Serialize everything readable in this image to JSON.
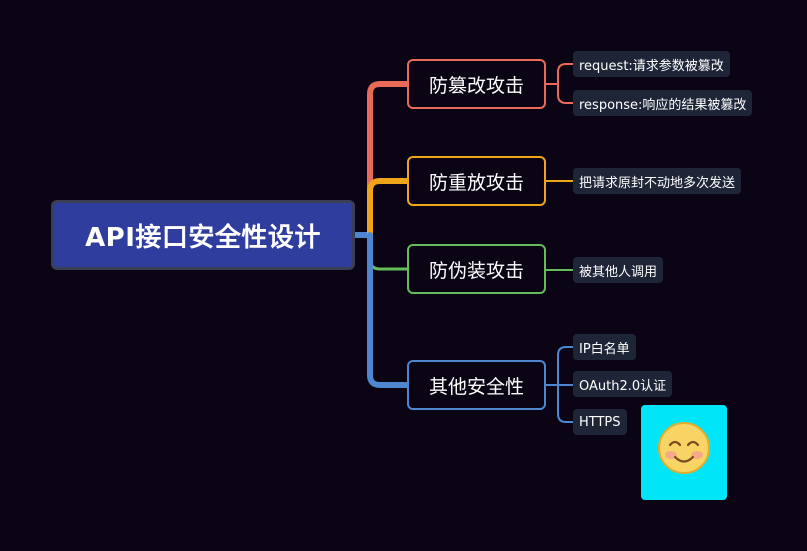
{
  "root": {
    "label": "API接口安全性设计"
  },
  "colors": {
    "background": "#0a0414",
    "root_fill": "#2f3e9e",
    "branch_tamper": "#e96a58",
    "branch_replay": "#f0a418",
    "branch_spoof": "#66bb5a",
    "branch_other": "#4e86cf",
    "leaf_fill": "#1e2537",
    "sticker_bg": "#00e5f7"
  },
  "topics": [
    {
      "label": "防篡改攻击",
      "leaves": [
        "request:请求参数被篡改",
        "response:响应的结果被篡改"
      ]
    },
    {
      "label": "防重放攻击",
      "leaves": [
        "把请求原封不动地多次发送"
      ]
    },
    {
      "label": "防伪装攻击",
      "leaves": [
        "被其他人调用"
      ]
    },
    {
      "label": "其他安全性",
      "leaves": [
        "IP白名单",
        "OAuth2.0认证",
        "HTTPS"
      ]
    }
  ],
  "sticker": {
    "icon": "smiley-face-icon"
  }
}
